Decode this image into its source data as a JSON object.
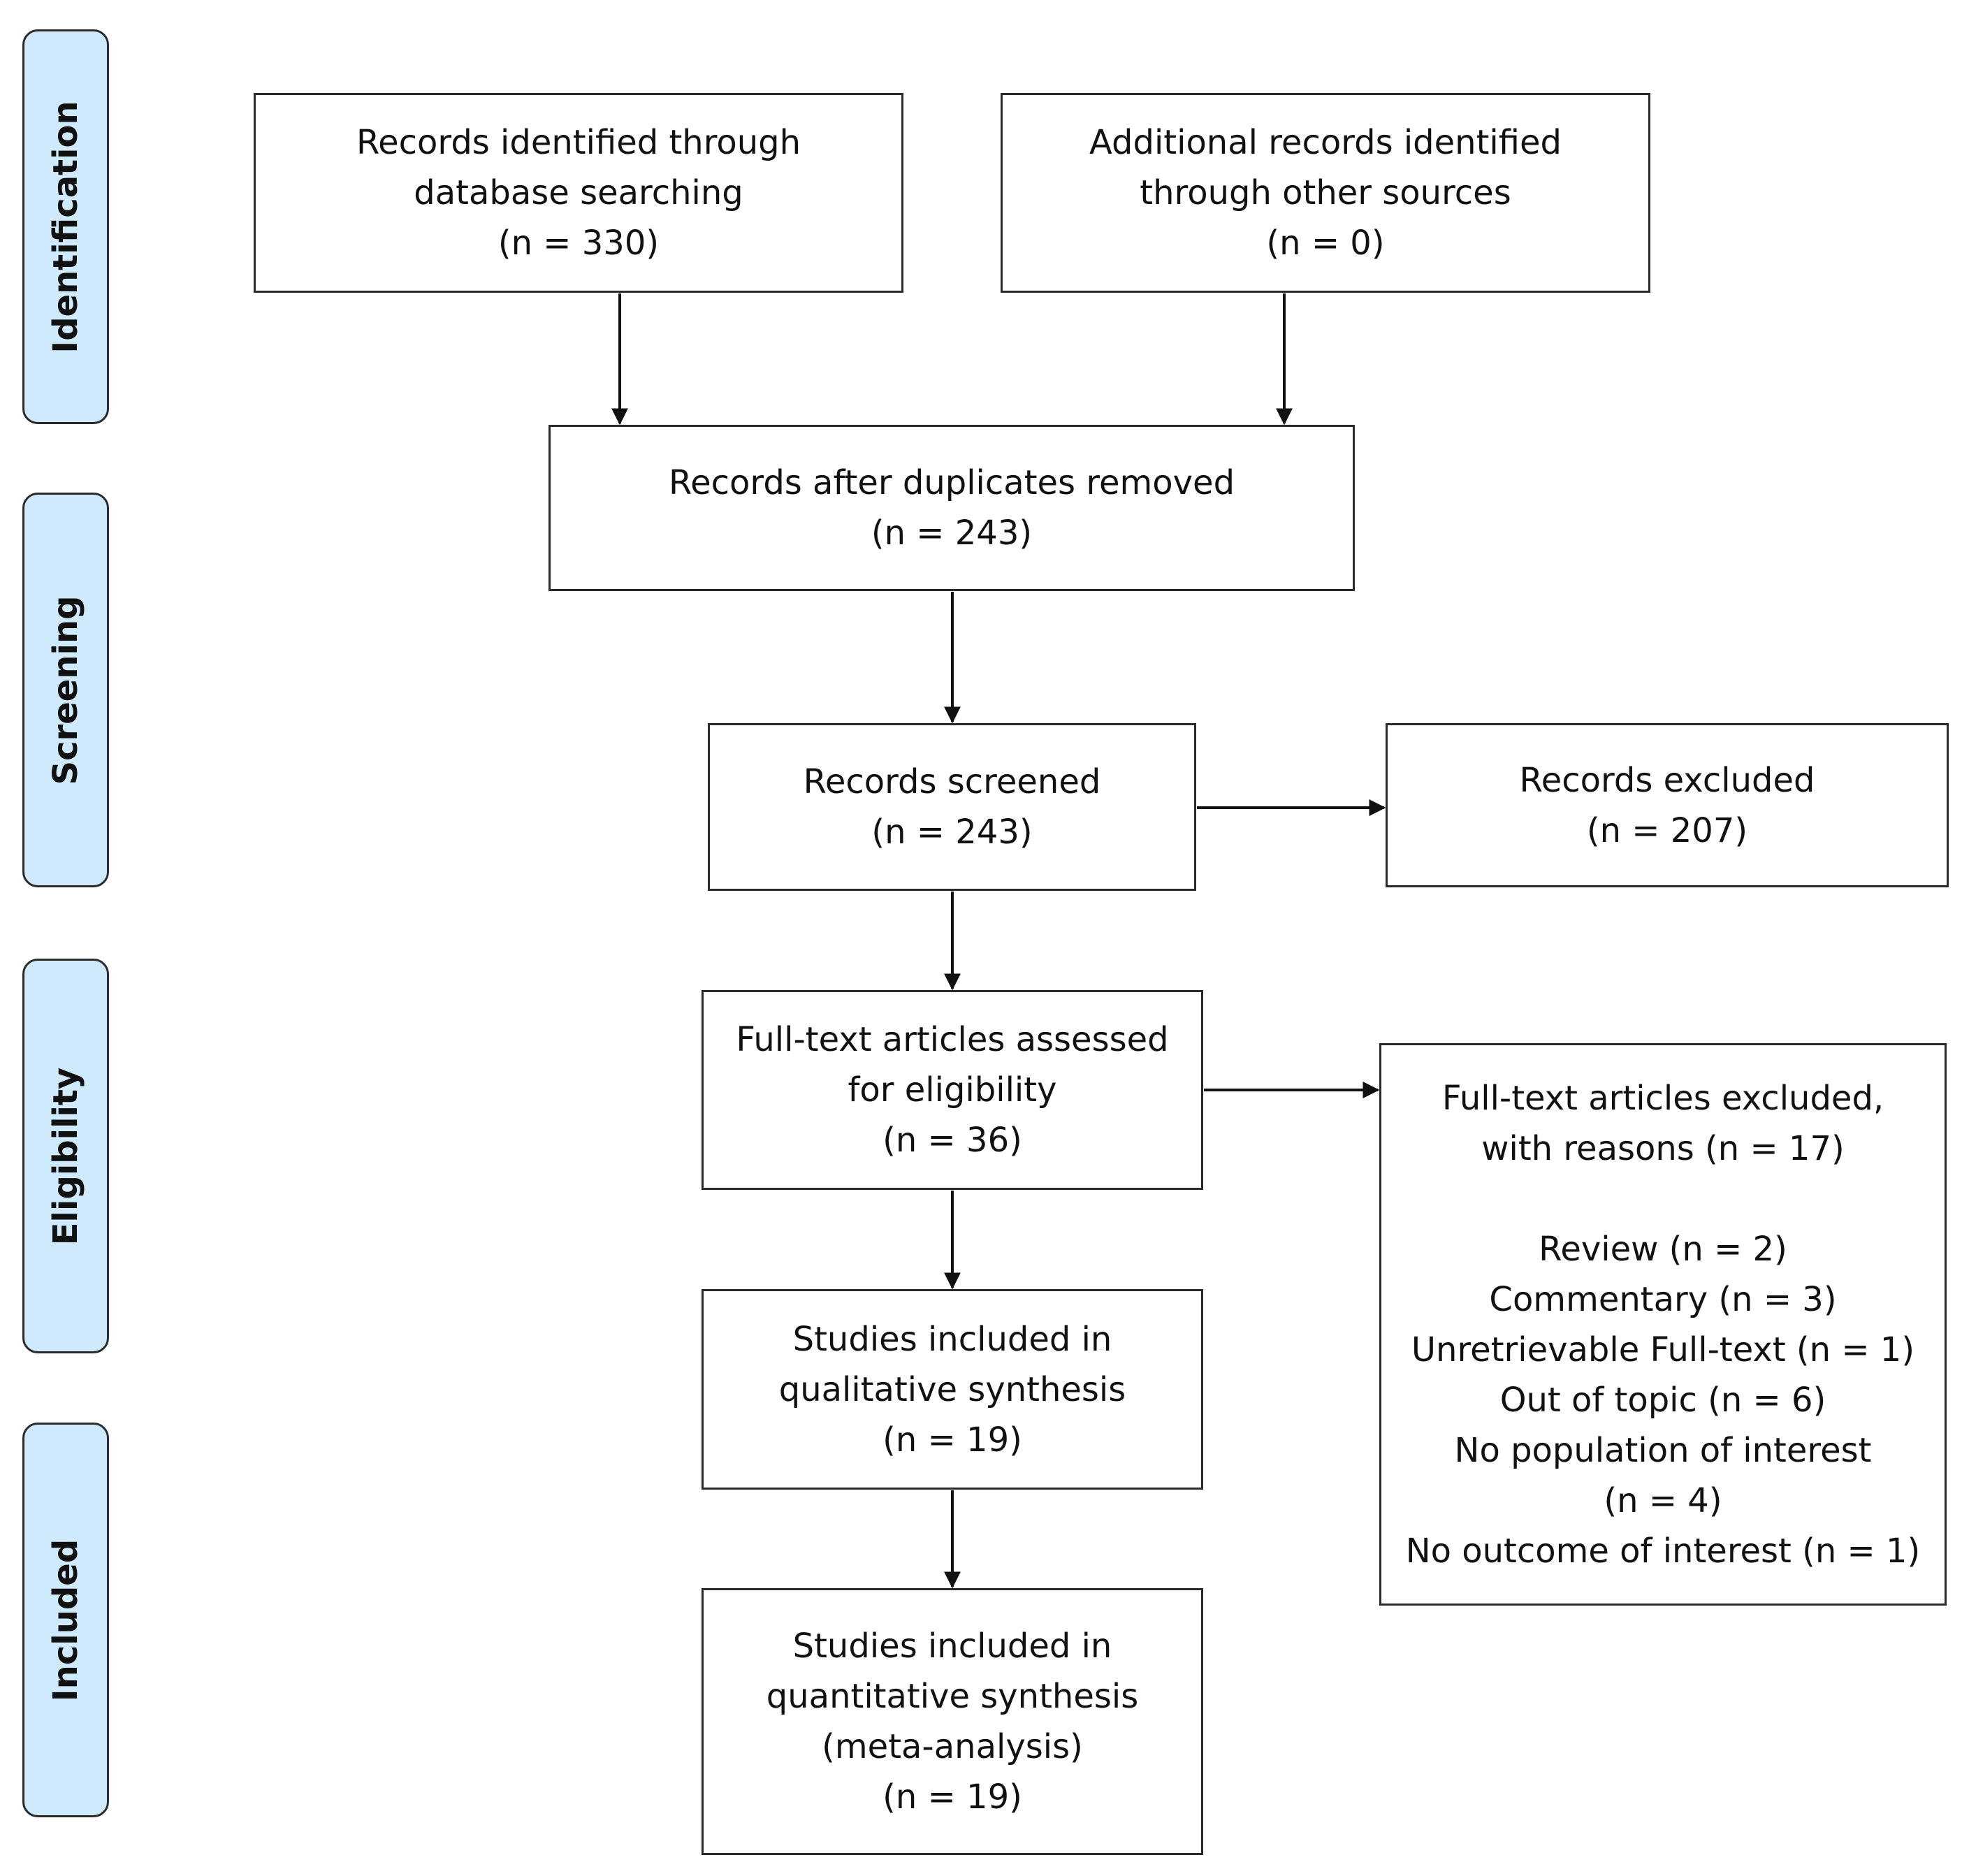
{
  "phases": {
    "identification": "Identification",
    "screening": "Screening",
    "eligibility": "Eligibility",
    "included": "Included"
  },
  "boxes": {
    "database": "Records identified through\ndatabase searching\n(n = 330)",
    "other_sources": "Additional records identified\nthrough other sources\n(n = 0)",
    "after_duplicates": "Records after duplicates removed\n(n = 243)",
    "screened": "Records screened\n(n = 243)",
    "excluded": "Records excluded\n(n = 207)",
    "fulltext_assessed": "Full-text articles assessed\nfor eligibility\n(n = 36)",
    "fulltext_excluded": "Full-text articles excluded,\nwith reasons (n = 17)\n\nReview (n = 2)\nCommentary (n = 3)\nUnretrievable Full-text (n = 1)\nOut of topic (n = 6)\nNo population of interest\n(n = 4)\nNo outcome of interest (n = 1)",
    "qualitative": "Studies included in\nqualitative synthesis\n(n = 19)",
    "quantitative": "Studies included in\nquantitative synthesis\n(meta-analysis)\n(n = 19)"
  },
  "colors": {
    "phase_fill": "#cfeafc",
    "border": "#2b2b2b"
  }
}
